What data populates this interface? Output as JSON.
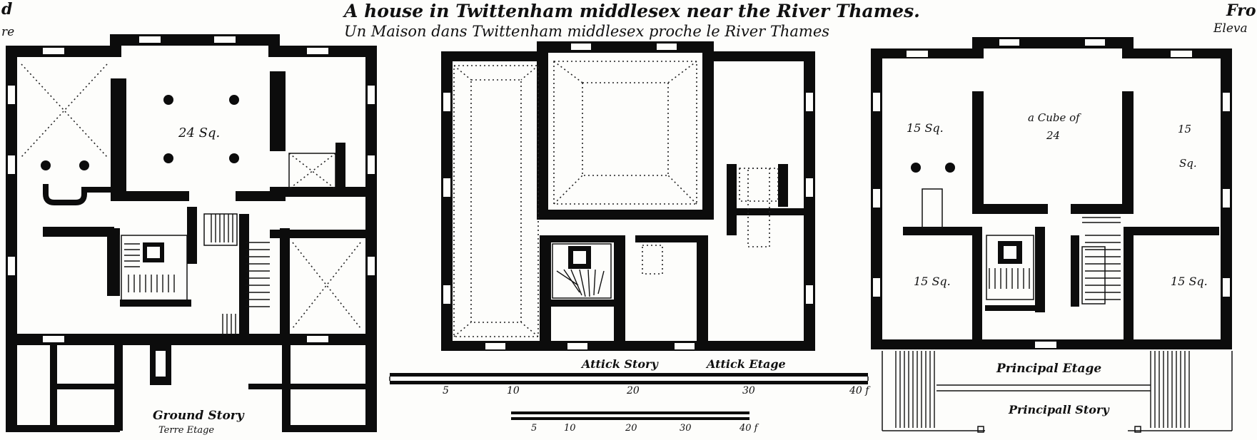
{
  "title": {
    "english": "A house in Twittenham middlesex near the River Thames.",
    "french": "Un Maison dans Twittenham middlesex proche le River Thames"
  },
  "edge_left": {
    "line1": "d",
    "line2": "re"
  },
  "edge_right": {
    "line1": "Fro",
    "line2": "Eleva"
  },
  "ground_plan": {
    "room_label": "24 Sq.",
    "caption": "Ground Story",
    "caption_fr": "Terre Etage"
  },
  "attic_plan": {
    "caption": "Attick Story",
    "caption_fr": "Attick Etage"
  },
  "principal_plan": {
    "room_labels": [
      "15 Sq.",
      "a Cube of",
      "24",
      "15",
      "Sq.",
      "15 Sq.",
      "15 Sq."
    ],
    "caption_fr": "Principal Etage",
    "caption": "Principall Story"
  },
  "scale_upper": {
    "ticks": [
      "5",
      "10",
      "20",
      "30",
      "40 f"
    ]
  },
  "scale_lower": {
    "ticks": [
      "5",
      "10",
      "20",
      "30",
      "40 f"
    ]
  }
}
